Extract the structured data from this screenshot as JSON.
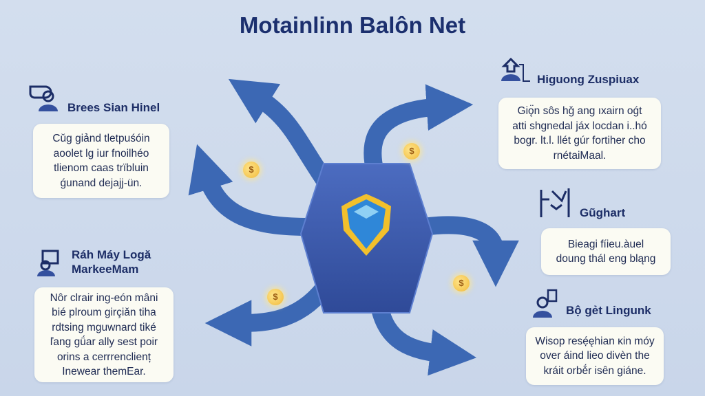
{
  "title": "Motainlinn Balôn Net",
  "colors": {
    "arrow": "#3c68b4",
    "hexagon": "#3a56a8",
    "heading": "#1c2d66",
    "background": "#cdd9ec"
  },
  "center_icon": "gem-shield-icon",
  "coins": [
    {
      "icon": "coin-icon",
      "symbol": "$"
    },
    {
      "icon": "coin-icon",
      "symbol": "$"
    },
    {
      "icon": "coin-icon",
      "symbol": "$"
    },
    {
      "icon": "coin-icon",
      "symbol": "$"
    }
  ],
  "sections": [
    {
      "icon": "chat-person-icon",
      "heading": "Brees Sian Hinel",
      "lines": [
        "Cǔg giảnd tletpuśóin",
        "aoolet lg iur fnoilhéo",
        "tlienom caas trïbluin",
        "ǵunand dejajj-ün."
      ]
    },
    {
      "icon": "presenter-icon",
      "heading": "Ráh Máy Logă MarkeeMam",
      "lines": [
        "Nôr clrair ing-eón mâni",
        "bié plroum girçiǎn tiha",
        "rdtsing mguwnard tiké",
        "ľang gǘar ally sest poir",
        "orins a cerrrenclienț",
        "Inewear themEar."
      ]
    },
    {
      "icon": "user-upload-icon",
      "heading": "Higuong Zuspiuax",
      "lines": [
        "Giǫ̈n sôs hǧ ang ıxairn oǵt",
        "atti shgnedal jáx locdan i..hó",
        "bogr. lt.l. llét gúr fortiher cho",
        "rnétaiMaal."
      ]
    },
    {
      "icon": "chart-house-icon",
      "heading": "Gũghart",
      "lines": [
        "Bieagi fíieu.àuel",
        "doung thál eng bląng"
      ]
    },
    {
      "icon": "person-board-icon",
      "heading": "Bộ gẻt Lingunk",
      "lines": [
        "Wisop resẹ́ęhian ĸin móy",
        "over áind lieo divèn the",
        "kráit orbě́r isȇn gián​e."
      ]
    }
  ]
}
